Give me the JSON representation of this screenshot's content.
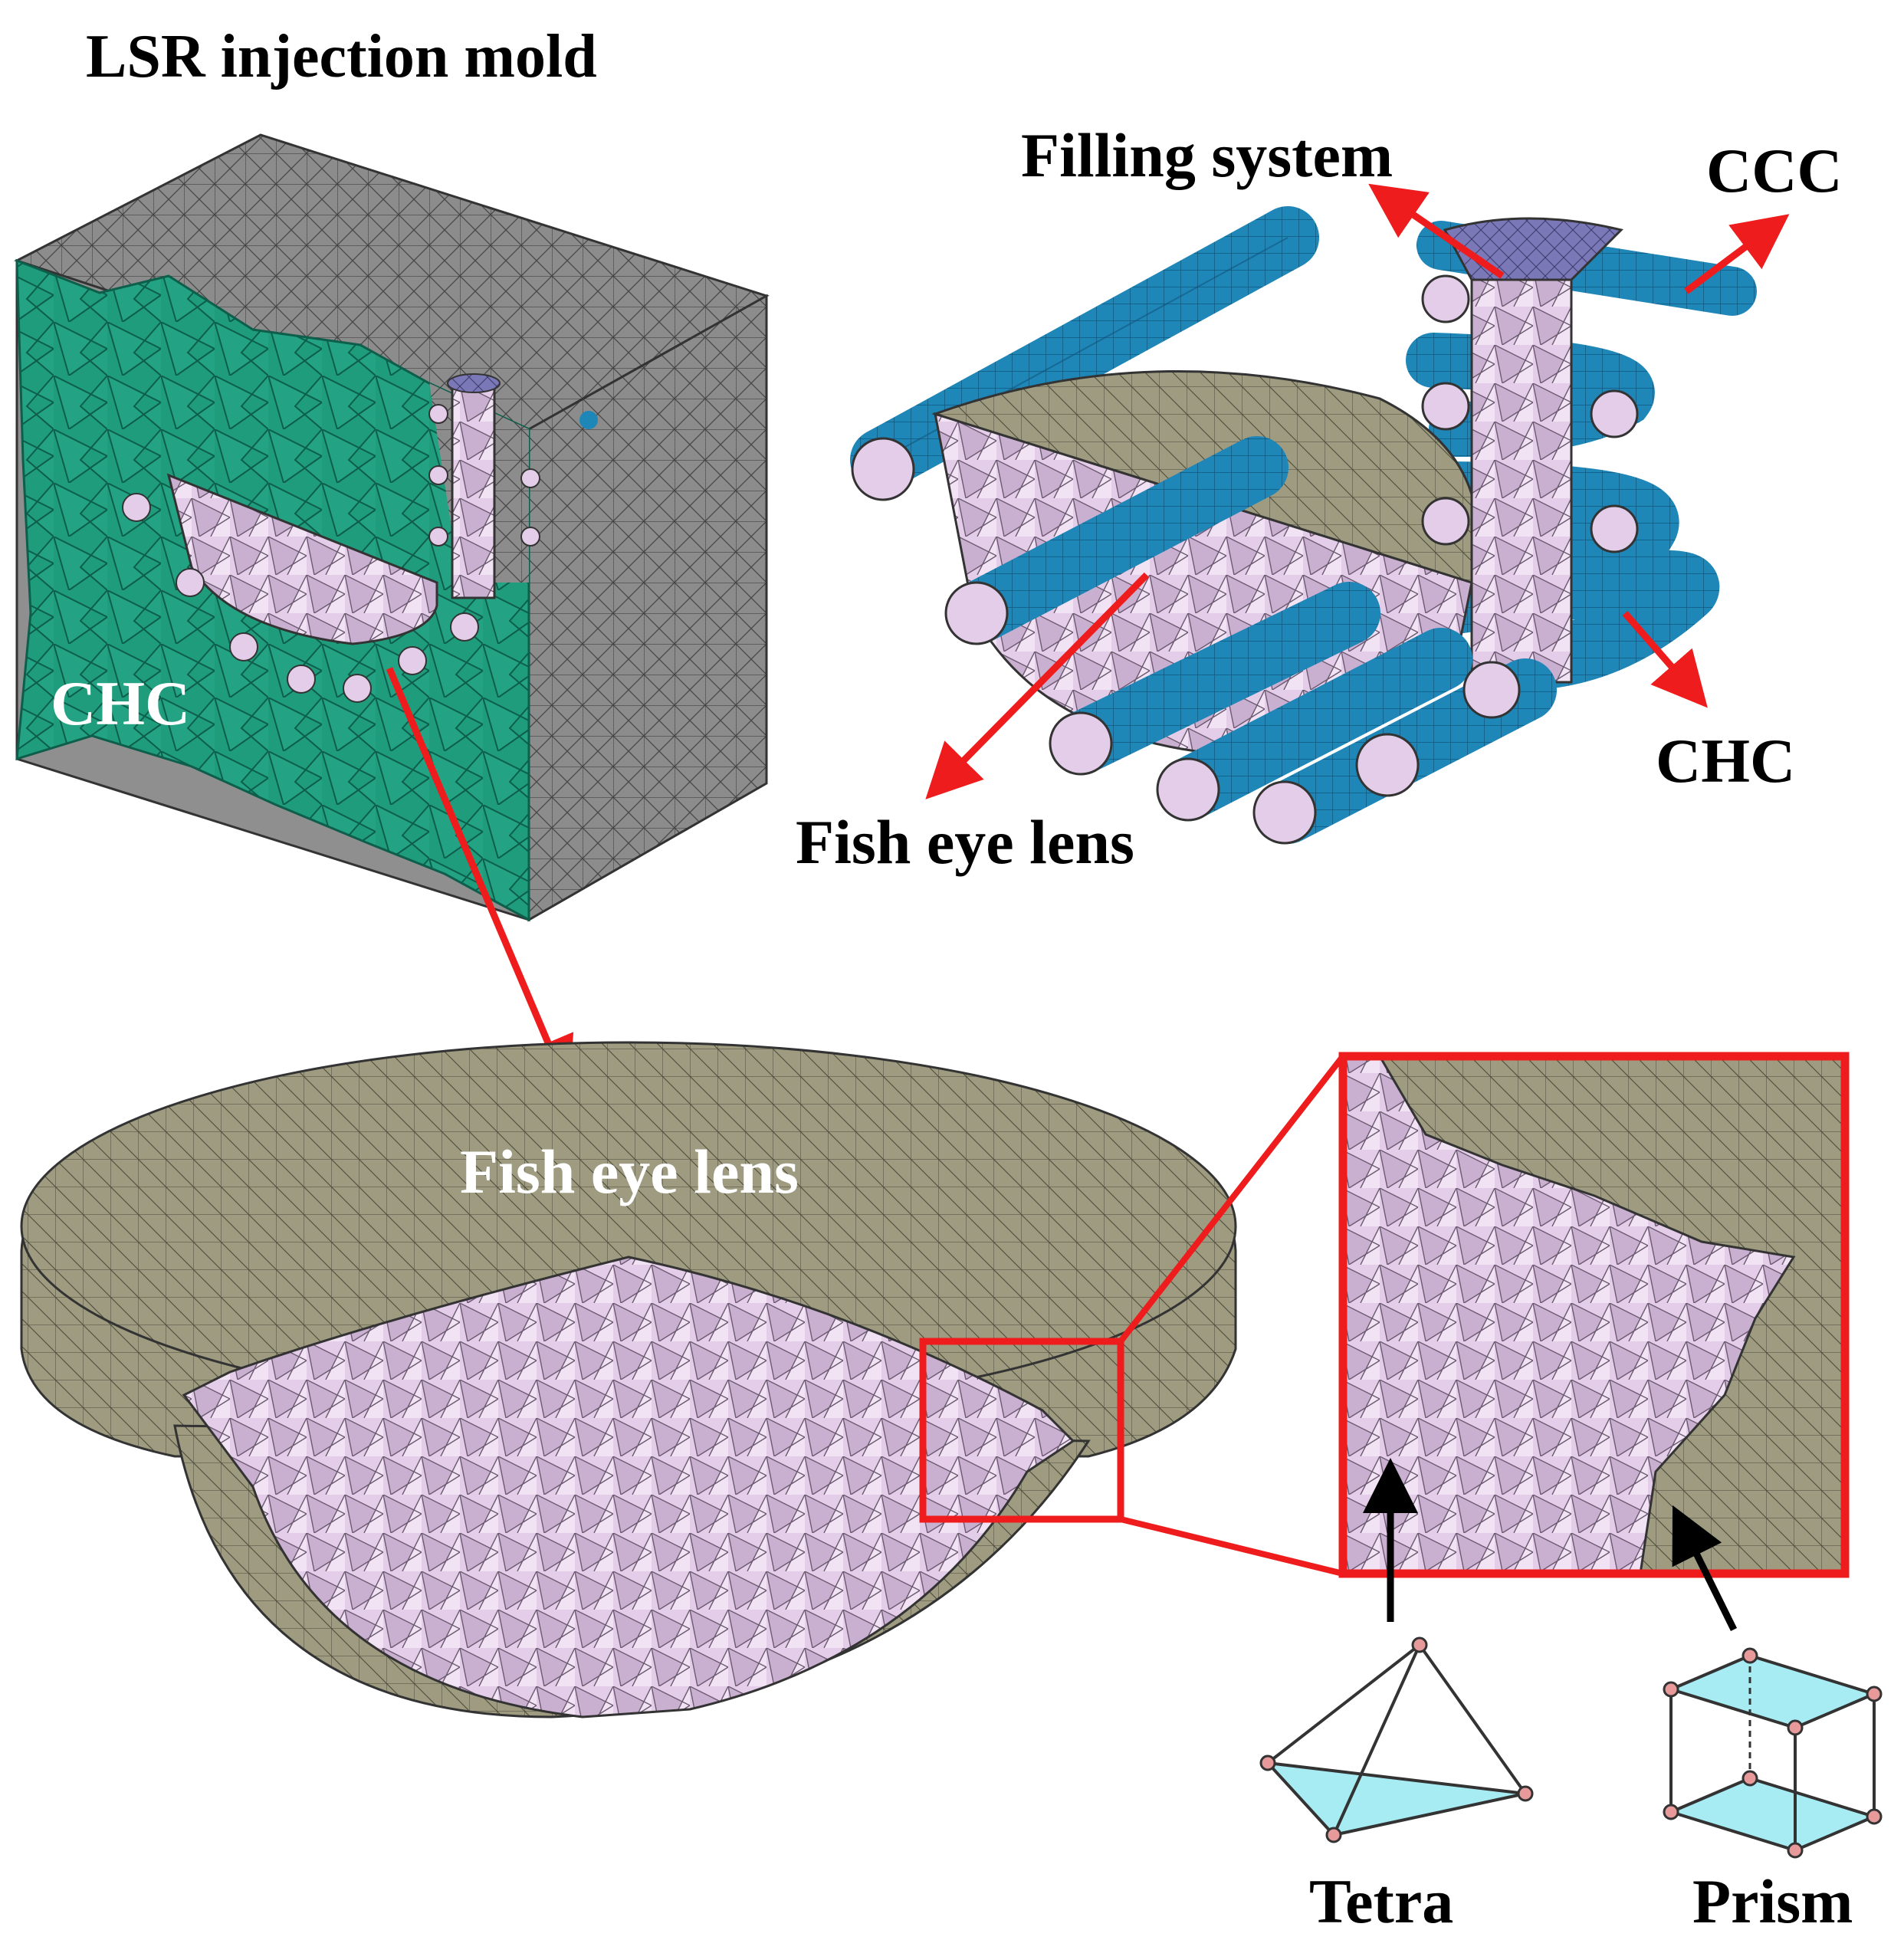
{
  "labels": {
    "title": "LSR injection mold",
    "chc_left": "CHC",
    "filling_system": "Filling system",
    "ccc": "CCC",
    "chc_right": "CHC",
    "fish_eye_lens_top": "Fish eye lens",
    "fish_eye_lens_bottom": "Fish eye lens",
    "tetra": "Tetra",
    "prism": "Prism"
  },
  "colors": {
    "mold_gray": "#8c8c8c",
    "chc_green": "#1e9c7c",
    "lens_khaki": "#9e9b80",
    "mesh_lilac": "#e4cde8",
    "channel_blue": "#1f86b8",
    "arrow_red": "#ee1c1c",
    "arrow_black": "#000000",
    "element_cyan": "#a7ecf3",
    "node_pink": "#e89a9a",
    "sprue_purple": "#7b78b8"
  },
  "icons": {
    "mold_block": "mold-block-mesh-icon",
    "filling_assembly": "filling-system-assembly-icon",
    "lens_cutaway": "fish-eye-lens-cutaway-icon",
    "zoom_detail": "mesh-zoom-detail-icon",
    "tetra_element": "tetrahedron-element-icon",
    "prism_element": "prism-element-icon"
  }
}
